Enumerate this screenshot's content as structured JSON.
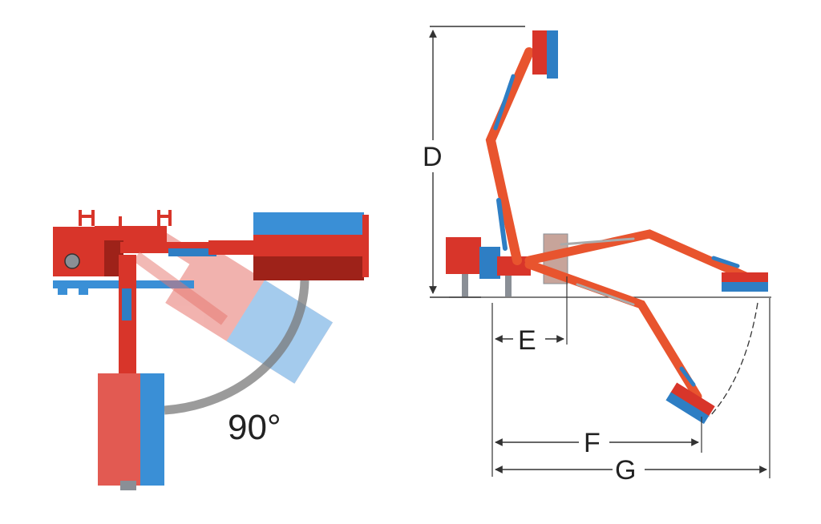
{
  "colors": {
    "frame_red": "#d8352a",
    "dark_red": "#9e2219",
    "arm_orange": "#e8542e",
    "hydraulic_blue": "#2e7ec4",
    "deck_blue": "#3a8fd6",
    "steel_grey": "#8a8f96",
    "dimension_line": "#333333",
    "arc_grey": "#7a7a7a"
  },
  "left_view": {
    "angle_label": "90°"
  },
  "right_view": {
    "dimensions": {
      "d": "D",
      "e": "E",
      "f": "F",
      "g": "G"
    }
  }
}
